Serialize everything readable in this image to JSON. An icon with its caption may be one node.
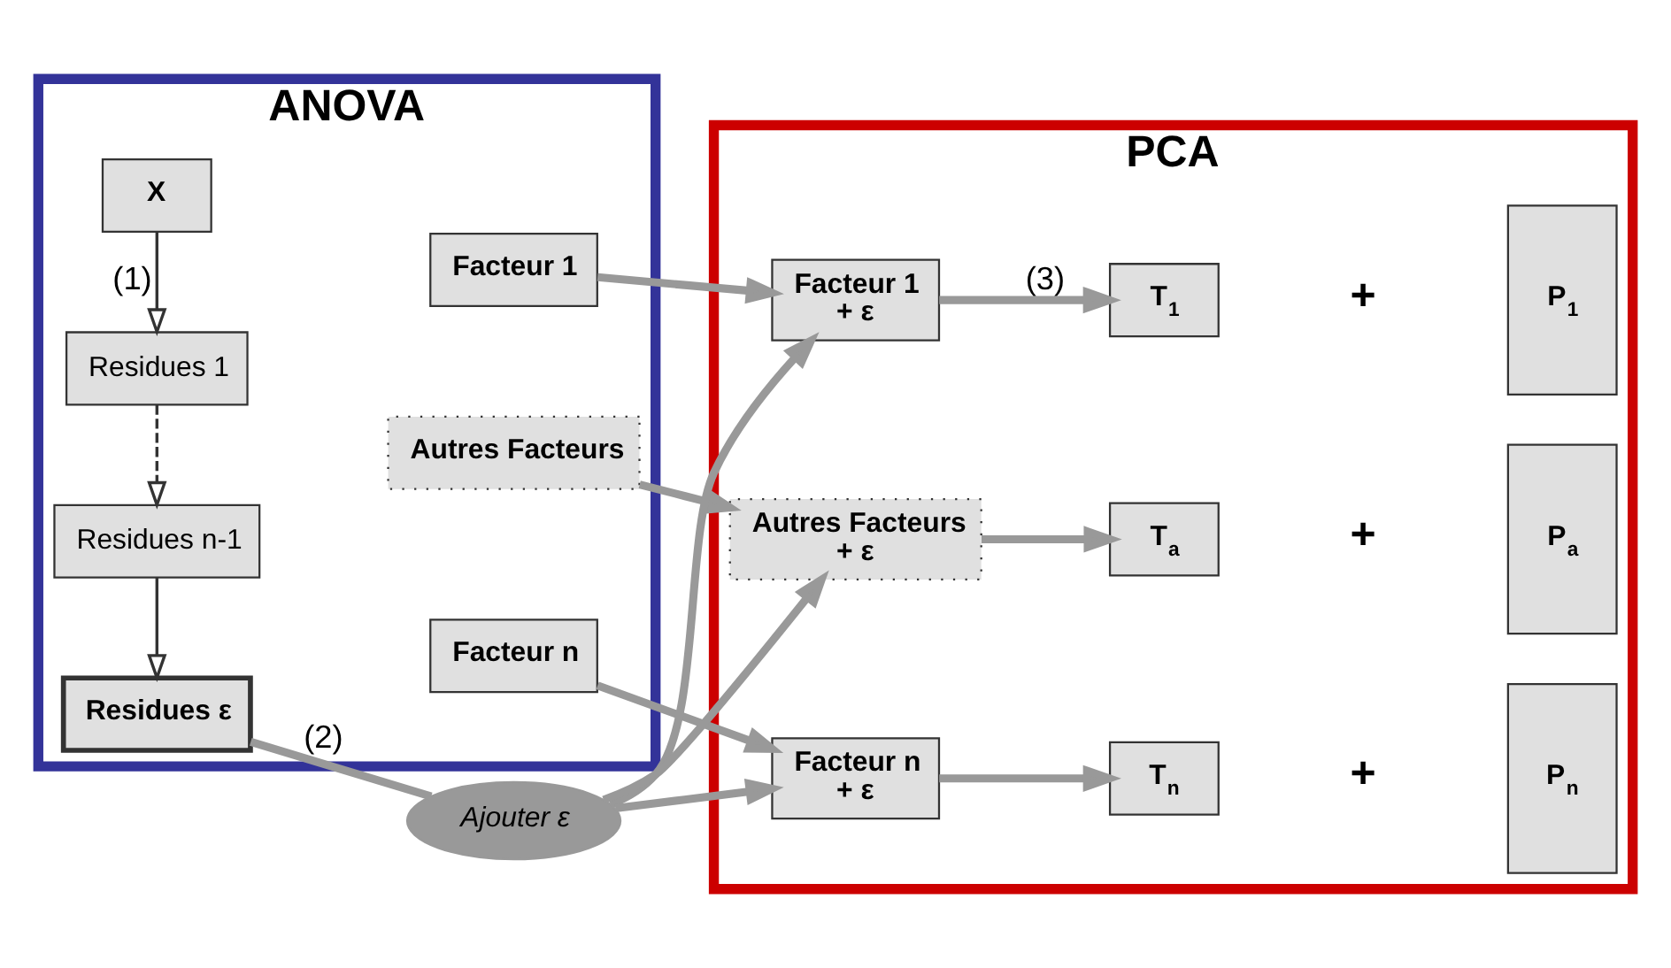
{
  "diagram": {
    "nodes": [
      {
        "text": [
          "ANOVA"
        ]
      },
      {
        "text": [
          "X"
        ],
        "in": 0
      },
      {
        "text": [
          "Facteur 1"
        ],
        "in": 0
      },
      {
        "text": [
          "Residues 1"
        ],
        "in": 0
      },
      {
        "text": [
          "Autres Facteurs"
        ],
        "in": 0
      },
      {
        "text": [
          "Residues n-1"
        ],
        "in": 0
      },
      {
        "text": [
          "Facteur n"
        ],
        "in": 0
      },
      {
        "text": [
          "Residues ε"
        ],
        "in": 0
      },
      {
        "text": [
          "PCA"
        ]
      },
      {
        "text": [
          "Facteur 1",
          "+ ε"
        ],
        "in": 8
      },
      {
        "text": [
          "Autres Facteurs",
          "+ ε"
        ],
        "in": 8
      },
      {
        "text": [
          "Facteur n",
          "+ ε"
        ],
        "in": 8
      },
      {
        "text": [
          "T$_{1}$"
        ],
        "in": 8
      },
      {
        "text": [
          "P$_{1}$"
        ],
        "in": 8
      },
      {
        "text": [
          "T$_{a}$"
        ],
        "in": 8
      },
      {
        "text": [
          "P$_{a}$"
        ],
        "in": 8
      },
      {
        "text": [
          "T$_{n}$"
        ],
        "in": 8
      },
      {
        "text": [
          "P$_{n}$"
        ],
        "in": 8
      },
      {
        "text": [
          "Ajouter ε"
        ]
      }
    ],
    "edges": [
      {
        "from": 1,
        "to": 3,
        "arrow": "to",
        "label": "(1)",
        "color": "#333333"
      },
      {
        "from": 3,
        "to": 5,
        "arrow": "to",
        "style": "dashed",
        "color": "#333333"
      },
      {
        "from": 5,
        "to": 7,
        "arrow": "to",
        "color": "#333333"
      },
      {
        "from": 2,
        "to": 9,
        "arrow": "to"
      },
      {
        "from": 4,
        "to": 10,
        "arrow": "to"
      },
      {
        "from": 6,
        "to": 11,
        "arrow": "to"
      },
      {
        "from": 7,
        "to": 18,
        "arrow": "none",
        "label": "(2)"
      },
      {
        "from": 18,
        "to": 9,
        "arrow": "to"
      },
      {
        "from": 18,
        "to": 10,
        "arrow": "to"
      },
      {
        "from": 18,
        "to": 11,
        "arrow": "to"
      },
      {
        "from": 9,
        "to": 12,
        "arrow": "to",
        "label": "(3)"
      },
      {
        "from": 10,
        "to": 14,
        "arrow": "to"
      },
      {
        "from": 11,
        "to": 16,
        "arrow": "to"
      }
    ],
    "labels": [
      "+",
      "+",
      "+"
    ]
  }
}
